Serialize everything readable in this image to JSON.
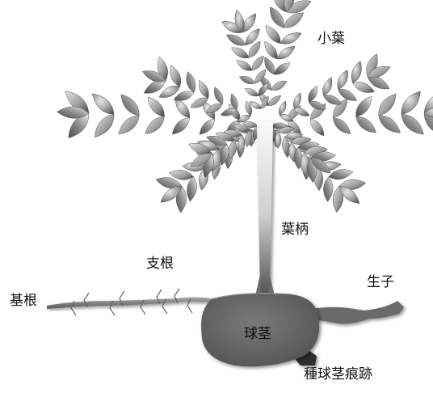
{
  "labels": {
    "leaflet": "小葉",
    "petiole": "葉柄",
    "branch_root": "支根",
    "basal_root": "基根",
    "stolon": "生子",
    "corm": "球茎",
    "seed_corm_scar": "種球茎痕跡"
  },
  "colors": {
    "leaf_dark": "#4a4a4a",
    "leaf_light": "#d8d8d8",
    "corm": "#6e6e6e",
    "root": "#8a8a8a",
    "petiole_top": "#fafafa",
    "petiole_bottom": "#555555"
  }
}
